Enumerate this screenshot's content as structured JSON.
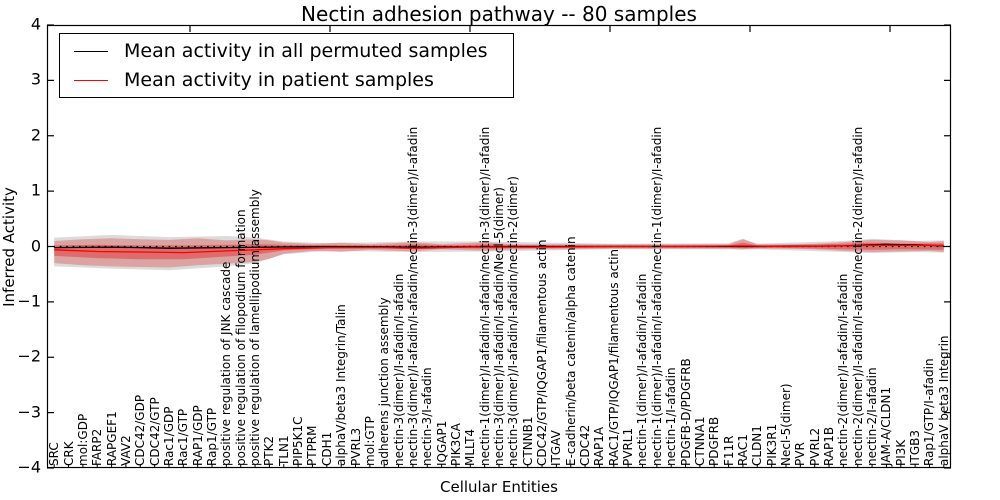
{
  "title": "Nectin adhesion pathway -- 80 samples",
  "legend": {
    "entries": [
      {
        "label": "Mean activity in all permuted samples",
        "color": "#000000"
      },
      {
        "label": "Mean activity in patient samples",
        "color": "#ff0000"
      }
    ]
  },
  "chart_data": {
    "type": "line",
    "title": "Nectin adhesion pathway -- 80 samples",
    "xlabel": "Cellular Entities",
    "ylabel": "Inferred Activity",
    "ylim": [
      -4,
      4
    ],
    "grid": false,
    "legend_position": "upper left",
    "zero_line_style": "black dotted",
    "yticks": [
      {
        "v": 4,
        "label": "4"
      },
      {
        "v": 3,
        "label": "3"
      },
      {
        "v": 2,
        "label": "2"
      },
      {
        "v": 1,
        "label": "1"
      },
      {
        "v": 0,
        "label": "0"
      },
      {
        "v": -1,
        "label": "−1"
      },
      {
        "v": -2,
        "label": "−2"
      },
      {
        "v": -3,
        "label": "−3"
      },
      {
        "v": -4,
        "label": "−4"
      }
    ],
    "categories": [
      "SRC",
      "CRK",
      "mol:GDP",
      "FARP2",
      "RAPGEF1",
      "VAV2",
      "CDC42/GDP",
      "CDC42/GTP",
      "Rac1/GDP",
      "Rac1/GTP",
      "RAP1/GDP",
      "Rap1/GTP",
      "positive regulation of JNK cascade",
      "positive regulation of filopodium formation",
      "positive regulation of lamellipodium assembly",
      "PTK2",
      "TLN1",
      "PIP5K1C",
      "PTPRM",
      "CDH1",
      "alphaV/beta3 Integrin/Talin",
      "PVRL3",
      "mol:GTP",
      "adherens junction assembly",
      "nectin-3(dimer)/I-afadin/I-afadin",
      "nectin-3(dimer)/I-afadin/I-afadin/nectin-3(dimer)/I-afadin",
      "nectin-3/I-afadin",
      "IQGAP1",
      "PIK3CA",
      "MLLT4",
      "nectin-1(dimer)/I-afadin/I-afadin/nectin-3(dimer)/I-afadin",
      "nectin-3(dimer)/I-afadin/I-afadin/Necl-5(dimer)",
      "nectin-3(dimer)/I-afadin/I-afadin/nectin-2(dimer)",
      "CTNNB1",
      "CDC42/GTP/IQGAP1/filamentous actin",
      "ITGAV",
      "E-cadherin/beta catenin/alpha catenin",
      "CDC42",
      "RAP1A",
      "RAC1/GTP/IQGAP1/filamentous actin",
      "PVRL1",
      "nectin-1(dimer)/I-afadin/I-afadin",
      "nectin-1(dimer)/I-afadin/I-afadin/nectin-1(dimer)/I-afadin",
      "nectin-1/I-afadin",
      "PDGFB-D/PDGFRB",
      "CTNNA1",
      "PDGFRB",
      "F11R",
      "RAC1",
      "CLDN1",
      "PIK3R1",
      "Necl-5(dimer)",
      "PVR",
      "PVRL2",
      "RAP1B",
      "nectin-2(dimer)/I-afadin/I-afadin",
      "nectin-2(dimer)/I-afadin/I-afadin/nectin-2(dimer)/I-afadin",
      "nectin-2/I-afadin",
      "JAM-A/CLDN1",
      "PI3K",
      "ITGB3",
      "Rap1/GTP/I-afadin",
      "alphaV beta3 Integrin"
    ],
    "series": [
      {
        "name": "Mean activity in all permuted samples",
        "color": "#000000",
        "points": [
          [
            0,
            -0.02
          ],
          [
            4,
            -0.01
          ],
          [
            8,
            -0.03
          ],
          [
            12,
            -0.02
          ],
          [
            15,
            -0.01
          ],
          [
            19,
            0.0
          ],
          [
            25,
            -0.01
          ],
          [
            33,
            0.0
          ],
          [
            41,
            0.0
          ],
          [
            49,
            0.0
          ],
          [
            55,
            0.01
          ],
          [
            57,
            0.03
          ],
          [
            58,
            0.04
          ],
          [
            60,
            0.03
          ],
          [
            62,
            0.01
          ]
        ]
      },
      {
        "name": "Mean activity in patient samples",
        "color": "#ff0000",
        "points": [
          [
            0,
            -0.06
          ],
          [
            3,
            -0.09
          ],
          [
            6,
            -0.1
          ],
          [
            9,
            -0.11
          ],
          [
            12,
            -0.08
          ],
          [
            14,
            -0.06
          ],
          [
            16,
            -0.04
          ],
          [
            19,
            -0.02
          ],
          [
            23,
            -0.02
          ],
          [
            25,
            -0.03
          ],
          [
            29,
            -0.01
          ],
          [
            33,
            -0.01
          ],
          [
            39,
            0.0
          ],
          [
            43,
            0.0
          ],
          [
            48,
            0.01
          ],
          [
            51,
            0.0
          ],
          [
            55,
            0.01
          ],
          [
            57,
            0.02
          ],
          [
            59,
            0.02
          ],
          [
            62,
            0.02
          ]
        ]
      }
    ],
    "bands": [
      {
        "name": "permuted-samples-spread",
        "color": "#888888",
        "opacity": 0.3,
        "points": [
          [
            0,
            0.16,
            -0.36
          ],
          [
            4,
            0.21,
            -0.4
          ],
          [
            8,
            0.17,
            -0.43
          ],
          [
            12,
            0.19,
            -0.36
          ],
          [
            14,
            0.16,
            -0.3
          ],
          [
            16,
            0.09,
            -0.14
          ],
          [
            19,
            0.06,
            -0.08
          ],
          [
            25,
            0.09,
            -0.1
          ],
          [
            30,
            0.09,
            -0.09
          ],
          [
            39,
            0.05,
            -0.05
          ],
          [
            47,
            0.06,
            -0.05
          ],
          [
            48,
            0.14,
            -0.06
          ],
          [
            49,
            0.05,
            -0.05
          ],
          [
            55,
            0.1,
            -0.1
          ],
          [
            57,
            0.14,
            -0.12
          ],
          [
            60,
            0.1,
            -0.1
          ],
          [
            62,
            0.11,
            -0.11
          ]
        ]
      },
      {
        "name": "patient-samples-outer-spread",
        "color": "#dd2222",
        "opacity": 0.3,
        "points": [
          [
            0,
            0.1,
            -0.3
          ],
          [
            2,
            0.13,
            -0.34
          ],
          [
            4,
            0.15,
            -0.36
          ],
          [
            6,
            0.13,
            -0.37
          ],
          [
            8,
            0.12,
            -0.38
          ],
          [
            10,
            0.15,
            -0.34
          ],
          [
            12,
            0.11,
            -0.31
          ],
          [
            14,
            0.13,
            -0.28
          ],
          [
            15,
            0.11,
            -0.22
          ],
          [
            16,
            0.07,
            -0.13
          ],
          [
            18,
            0.05,
            -0.08
          ],
          [
            20,
            0.07,
            -0.1
          ],
          [
            22,
            0.04,
            -0.06
          ],
          [
            25,
            0.08,
            -0.09
          ],
          [
            27,
            0.04,
            -0.05
          ],
          [
            30,
            0.08,
            -0.08
          ],
          [
            32,
            0.04,
            -0.05
          ],
          [
            35,
            0.04,
            -0.05
          ],
          [
            39,
            0.04,
            -0.04
          ],
          [
            43,
            0.04,
            -0.04
          ],
          [
            47,
            0.04,
            -0.04
          ],
          [
            48,
            0.13,
            -0.05
          ],
          [
            49,
            0.04,
            -0.04
          ],
          [
            51,
            0.04,
            -0.04
          ],
          [
            53,
            0.05,
            -0.05
          ],
          [
            55,
            0.08,
            -0.08
          ],
          [
            57,
            0.12,
            -0.1
          ],
          [
            59,
            0.11,
            -0.09
          ],
          [
            61,
            0.08,
            -0.08
          ],
          [
            62,
            0.1,
            -0.1
          ]
        ]
      },
      {
        "name": "patient-samples-inner-spread",
        "color": "#dd2222",
        "opacity": 0.42,
        "points": [
          [
            0,
            0.02,
            -0.17
          ],
          [
            3,
            0.03,
            -0.21
          ],
          [
            6,
            0.02,
            -0.23
          ],
          [
            9,
            0.02,
            -0.23
          ],
          [
            12,
            0.03,
            -0.18
          ],
          [
            14,
            0.04,
            -0.15
          ],
          [
            16,
            0.03,
            -0.07
          ],
          [
            19,
            0.02,
            -0.04
          ],
          [
            23,
            0.02,
            -0.03
          ],
          [
            25,
            0.04,
            -0.05
          ],
          [
            28,
            0.02,
            -0.03
          ],
          [
            30,
            0.04,
            -0.04
          ],
          [
            33,
            0.02,
            -0.03
          ],
          [
            39,
            0.02,
            -0.02
          ],
          [
            47,
            0.02,
            -0.02
          ],
          [
            48,
            0.07,
            -0.03
          ],
          [
            49,
            0.02,
            -0.02
          ],
          [
            52,
            0.03,
            -0.03
          ],
          [
            55,
            0.05,
            -0.05
          ],
          [
            57,
            0.07,
            -0.06
          ],
          [
            59,
            0.05,
            -0.05
          ],
          [
            62,
            0.06,
            -0.06
          ]
        ]
      }
    ]
  }
}
